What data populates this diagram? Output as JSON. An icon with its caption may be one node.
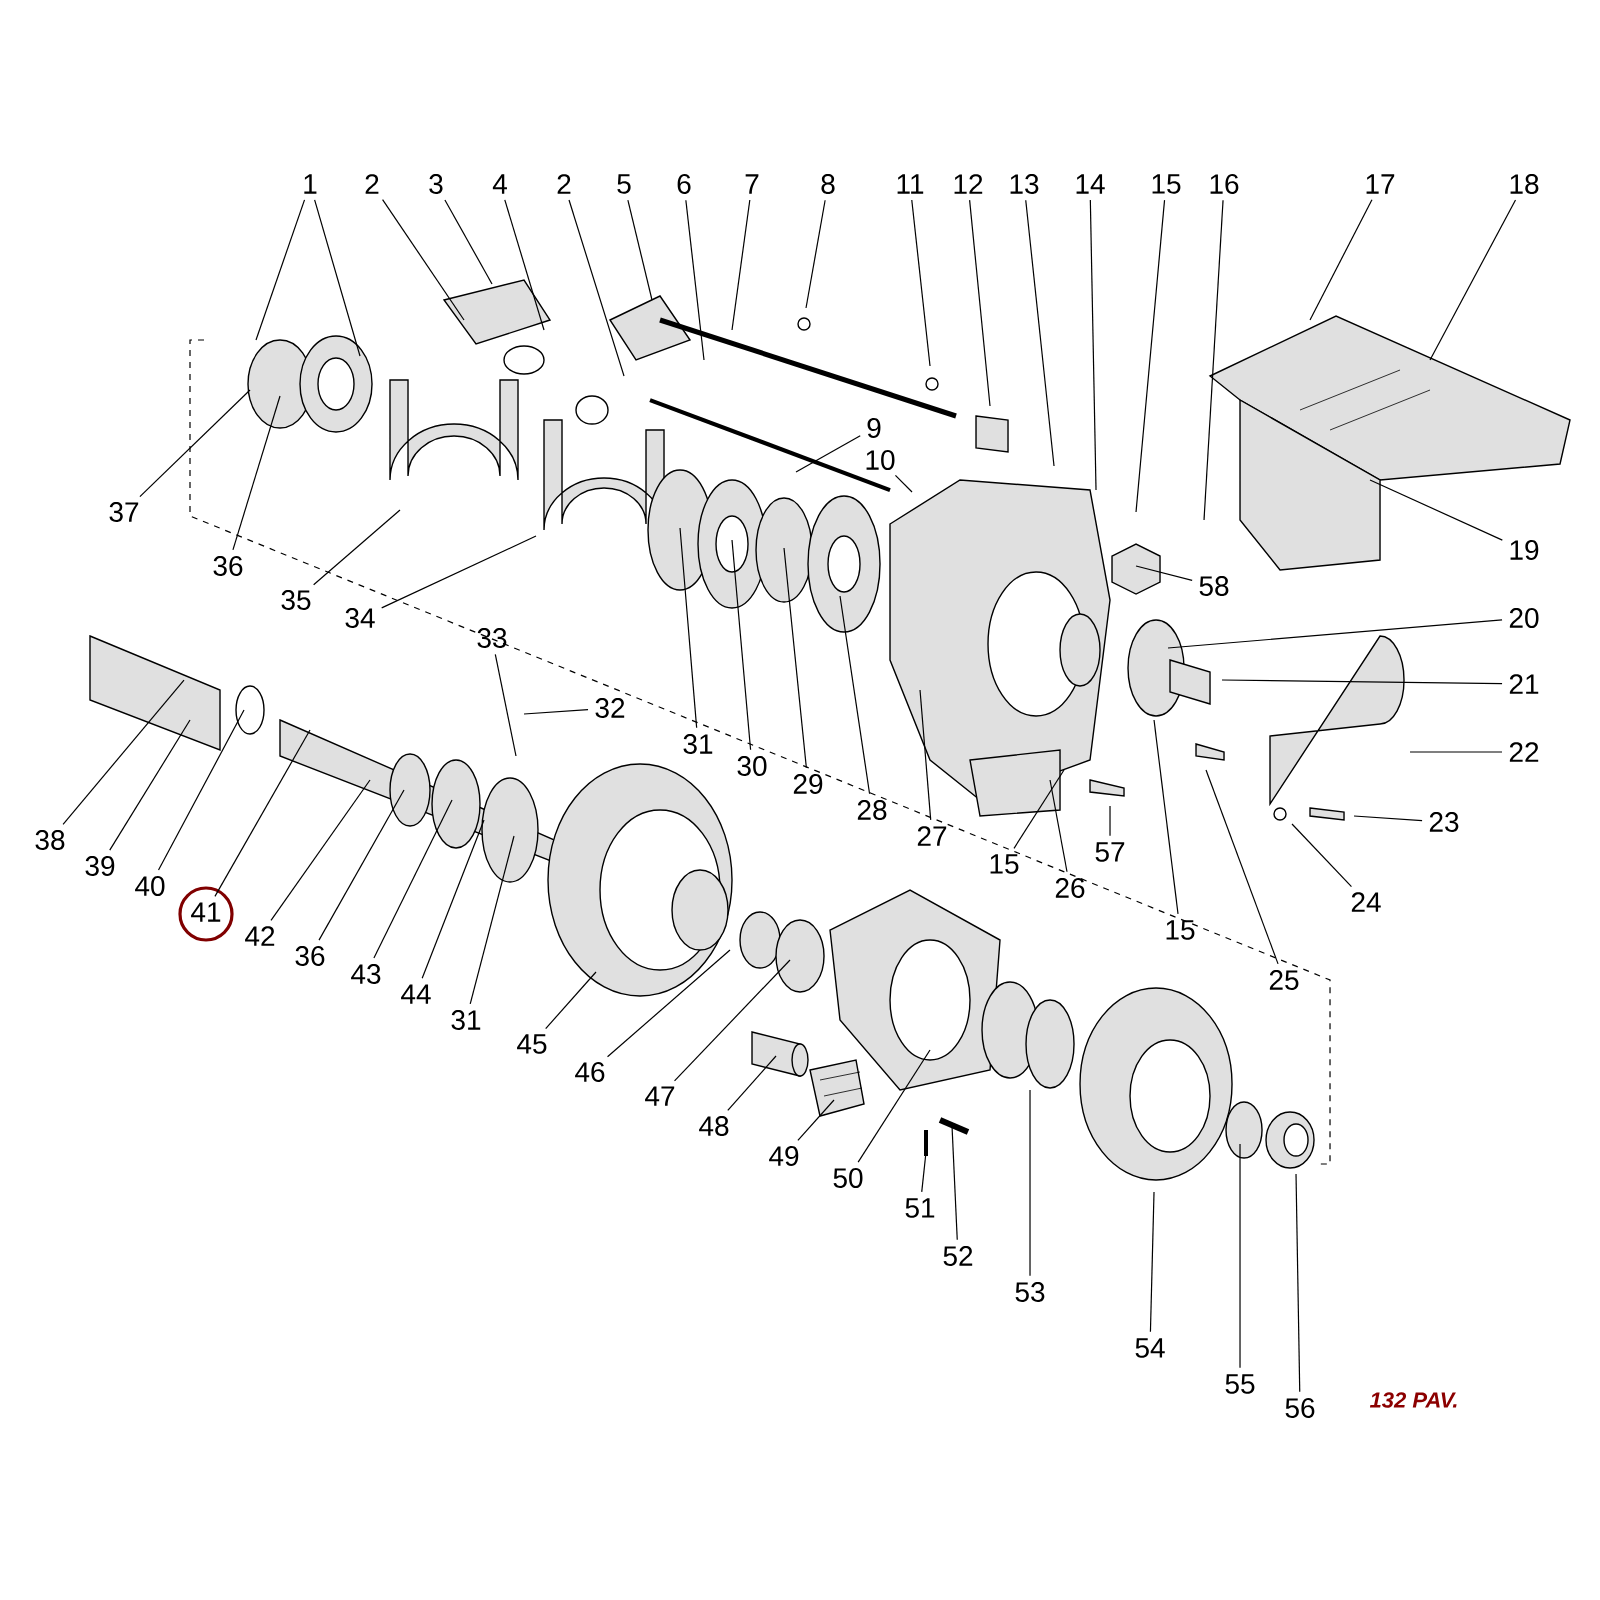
{
  "diagram": {
    "nodes": [
      {
        "text": [
          "1"
        ]
      },
      {
        "text": [
          "2"
        ]
      },
      {
        "text": [
          "3"
        ]
      },
      {
        "text": [
          "4"
        ]
      },
      {
        "text": [
          "2"
        ]
      },
      {
        "text": [
          "5"
        ]
      },
      {
        "text": [
          "6"
        ]
      },
      {
        "text": [
          "7"
        ]
      },
      {
        "text": [
          "8"
        ]
      },
      {
        "text": [
          "11"
        ]
      },
      {
        "text": [
          "12"
        ]
      },
      {
        "text": [
          "13"
        ]
      },
      {
        "text": [
          "14"
        ]
      },
      {
        "text": [
          "15"
        ]
      },
      {
        "text": [
          "16"
        ]
      },
      {
        "text": [
          "17"
        ]
      },
      {
        "text": [
          "18"
        ]
      },
      {
        "text": [
          "9"
        ]
      },
      {
        "text": [
          "10"
        ]
      },
      {
        "text": [
          "37"
        ]
      },
      {
        "text": [
          "36"
        ]
      },
      {
        "text": [
          "35"
        ]
      },
      {
        "text": [
          "34"
        ]
      },
      {
        "text": [
          "19"
        ]
      },
      {
        "text": [
          "58"
        ]
      },
      {
        "text": [
          "20"
        ]
      },
      {
        "text": [
          "21"
        ]
      },
      {
        "text": [
          "22"
        ]
      },
      {
        "text": [
          "33"
        ]
      },
      {
        "text": [
          "32"
        ]
      },
      {
        "text": [
          "31"
        ]
      },
      {
        "text": [
          "30"
        ]
      },
      {
        "text": [
          "29"
        ]
      },
      {
        "text": [
          "28"
        ]
      },
      {
        "text": [
          "27"
        ]
      },
      {
        "text": [
          "57"
        ]
      },
      {
        "text": [
          "15"
        ]
      },
      {
        "text": [
          "26"
        ]
      },
      {
        "text": [
          "23"
        ]
      },
      {
        "text": [
          "24"
        ]
      },
      {
        "text": [
          "15"
        ]
      },
      {
        "text": [
          "25"
        ]
      },
      {
        "text": [
          "38"
        ]
      },
      {
        "text": [
          "39"
        ]
      },
      {
        "text": [
          "40"
        ]
      },
      {
        "text": [
          "41"
        ]
      },
      {
        "text": [
          "42"
        ]
      },
      {
        "text": [
          "36"
        ]
      },
      {
        "text": [
          "43"
        ]
      },
      {
        "text": [
          "44"
        ]
      },
      {
        "text": [
          "31"
        ]
      },
      {
        "text": [
          "45"
        ]
      },
      {
        "text": [
          "46"
        ]
      },
      {
        "text": [
          "47"
        ]
      },
      {
        "text": [
          "48"
        ]
      },
      {
        "text": [
          "49"
        ]
      },
      {
        "text": [
          "50"
        ]
      },
      {
        "text": [
          "51"
        ]
      },
      {
        "text": [
          "52"
        ]
      },
      {
        "text": [
          "53"
        ]
      },
      {
        "text": [
          "54"
        ]
      },
      {
        "text": [
          "55"
        ]
      },
      {
        "text": [
          "56"
        ]
      }
    ],
    "edges": [
      {
        "from": 0,
        "to": null,
        "arrow": "none"
      },
      {
        "from": 0,
        "to": null,
        "arrow": "none"
      },
      {
        "from": 1,
        "to": null,
        "arrow": "none"
      },
      {
        "from": 2,
        "to": null,
        "arrow": "none"
      },
      {
        "from": 3,
        "to": null,
        "arrow": "none"
      },
      {
        "from": 4,
        "to": null,
        "arrow": "none"
      },
      {
        "from": 5,
        "to": null,
        "arrow": "none"
      },
      {
        "from": 6,
        "to": null,
        "arrow": "none"
      },
      {
        "from": 7,
        "to": null,
        "arrow": "none"
      },
      {
        "from": 8,
        "to": null,
        "arrow": "none"
      },
      {
        "from": 9,
        "to": null,
        "arrow": "none"
      },
      {
        "from": 10,
        "to": null,
        "arrow": "none"
      },
      {
        "from": 11,
        "to": null,
        "arrow": "none"
      },
      {
        "from": 12,
        "to": null,
        "arrow": "none"
      },
      {
        "from": 13,
        "to": null,
        "arrow": "none"
      },
      {
        "from": 14,
        "to": null,
        "arrow": "none"
      },
      {
        "from": 15,
        "to": null,
        "arrow": "none"
      },
      {
        "from": 16,
        "to": null,
        "arrow": "none"
      },
      {
        "from": 17,
        "to": null,
        "arrow": "none"
      },
      {
        "from": 18,
        "to": null,
        "arrow": "none"
      },
      {
        "from": 19,
        "to": null,
        "arrow": "none"
      },
      {
        "from": 20,
        "to": null,
        "arrow": "none"
      },
      {
        "from": 21,
        "to": null,
        "arrow": "none"
      },
      {
        "from": 22,
        "to": null,
        "arrow": "none"
      },
      {
        "from": 23,
        "to": null,
        "arrow": "none"
      },
      {
        "from": 24,
        "to": null,
        "arrow": "none"
      },
      {
        "from": 25,
        "to": null,
        "arrow": "none"
      },
      {
        "from": 26,
        "to": null,
        "arrow": "none"
      },
      {
        "from": 27,
        "to": null,
        "arrow": "none"
      },
      {
        "from": 28,
        "to": null,
        "arrow": "none"
      },
      {
        "from": 29,
        "to": null,
        "arrow": "none"
      },
      {
        "from": 30,
        "to": null,
        "arrow": "none"
      },
      {
        "from": 31,
        "to": null,
        "arrow": "none"
      },
      {
        "from": 32,
        "to": null,
        "arrow": "none"
      },
      {
        "from": 33,
        "to": null,
        "arrow": "none"
      },
      {
        "from": 34,
        "to": null,
        "arrow": "none"
      },
      {
        "from": 35,
        "to": null,
        "arrow": "none"
      },
      {
        "from": 36,
        "to": null,
        "arrow": "none"
      },
      {
        "from": 37,
        "to": null,
        "arrow": "none"
      },
      {
        "from": 38,
        "to": null,
        "arrow": "none"
      },
      {
        "from": 39,
        "to": null,
        "arrow": "none"
      },
      {
        "from": 40,
        "to": null,
        "arrow": "none"
      },
      {
        "from": 41,
        "to": null,
        "arrow": "none"
      },
      {
        "from": 42,
        "to": null,
        "arrow": "none"
      },
      {
        "from": 43,
        "to": null,
        "arrow": "none"
      },
      {
        "from": 44,
        "to": null,
        "arrow": "none"
      },
      {
        "from": 45,
        "to": null,
        "arrow": "none"
      },
      {
        "from": 46,
        "to": null,
        "arrow": "none"
      },
      {
        "from": 47,
        "to": null,
        "arrow": "none"
      },
      {
        "from": 48,
        "to": null,
        "arrow": "none"
      },
      {
        "from": 49,
        "to": null,
        "arrow": "none"
      },
      {
        "from": 50,
        "to": null,
        "arrow": "none"
      },
      {
        "from": 51,
        "to": null,
        "arrow": "none"
      },
      {
        "from": 52,
        "to": null,
        "arrow": "none"
      },
      {
        "from": 53,
        "to": null,
        "arrow": "none"
      },
      {
        "from": 54,
        "to": null,
        "arrow": "none"
      },
      {
        "from": 55,
        "to": null,
        "arrow": "none"
      },
      {
        "from": 56,
        "to": null,
        "arrow": "none"
      },
      {
        "from": 57,
        "to": null,
        "arrow": "none"
      },
      {
        "from": 58,
        "to": null,
        "arrow": "none"
      },
      {
        "from": 59,
        "to": null,
        "arrow": "none"
      },
      {
        "from": 60,
        "to": null,
        "arrow": "none"
      },
      {
        "from": 61,
        "to": null,
        "arrow": "none"
      },
      {
        "from": 62,
        "to": null,
        "arrow": "none"
      }
    ],
    "labels": [
      "132 PAV."
    ]
  }
}
